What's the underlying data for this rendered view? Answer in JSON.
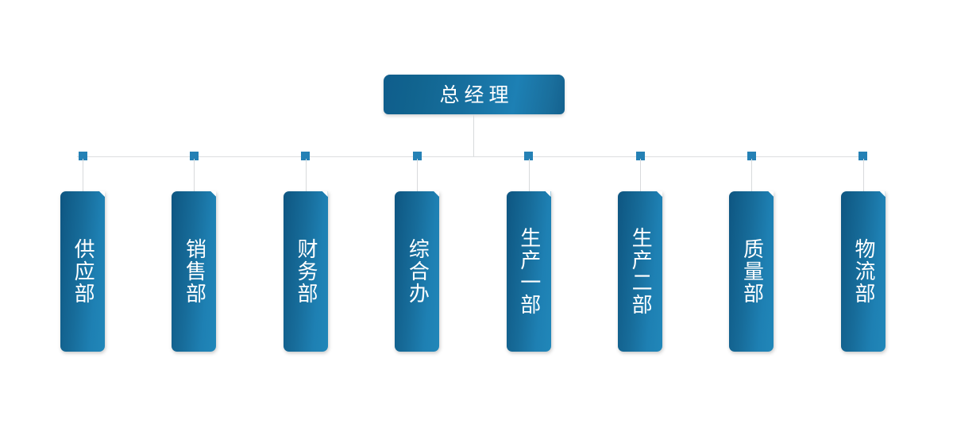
{
  "chart": {
    "type": "org-chart",
    "title": "",
    "background_color": "#ffffff",
    "accent_color": "#1a77a8",
    "node_marker_color": "#2581b5",
    "connector_color": "#dcdee0",
    "text_color": "#ffffff",
    "orientation": "top-down",
    "levels": 2
  },
  "root": {
    "label": "总经理",
    "level": 1
  },
  "departments": [
    {
      "label": "供应部",
      "level": 2,
      "parent": "总经理"
    },
    {
      "label": "销售部",
      "level": 2,
      "parent": "总经理"
    },
    {
      "label": "财务部",
      "level": 2,
      "parent": "总经理"
    },
    {
      "label": "综合办",
      "level": 2,
      "parent": "总经理"
    },
    {
      "label": "生产一部",
      "level": 2,
      "parent": "总经理"
    },
    {
      "label": "生产二部",
      "level": 2,
      "parent": "总经理"
    },
    {
      "label": "质量部",
      "level": 2,
      "parent": "总经理"
    },
    {
      "label": "物流部",
      "level": 2,
      "parent": "总经理"
    }
  ]
}
